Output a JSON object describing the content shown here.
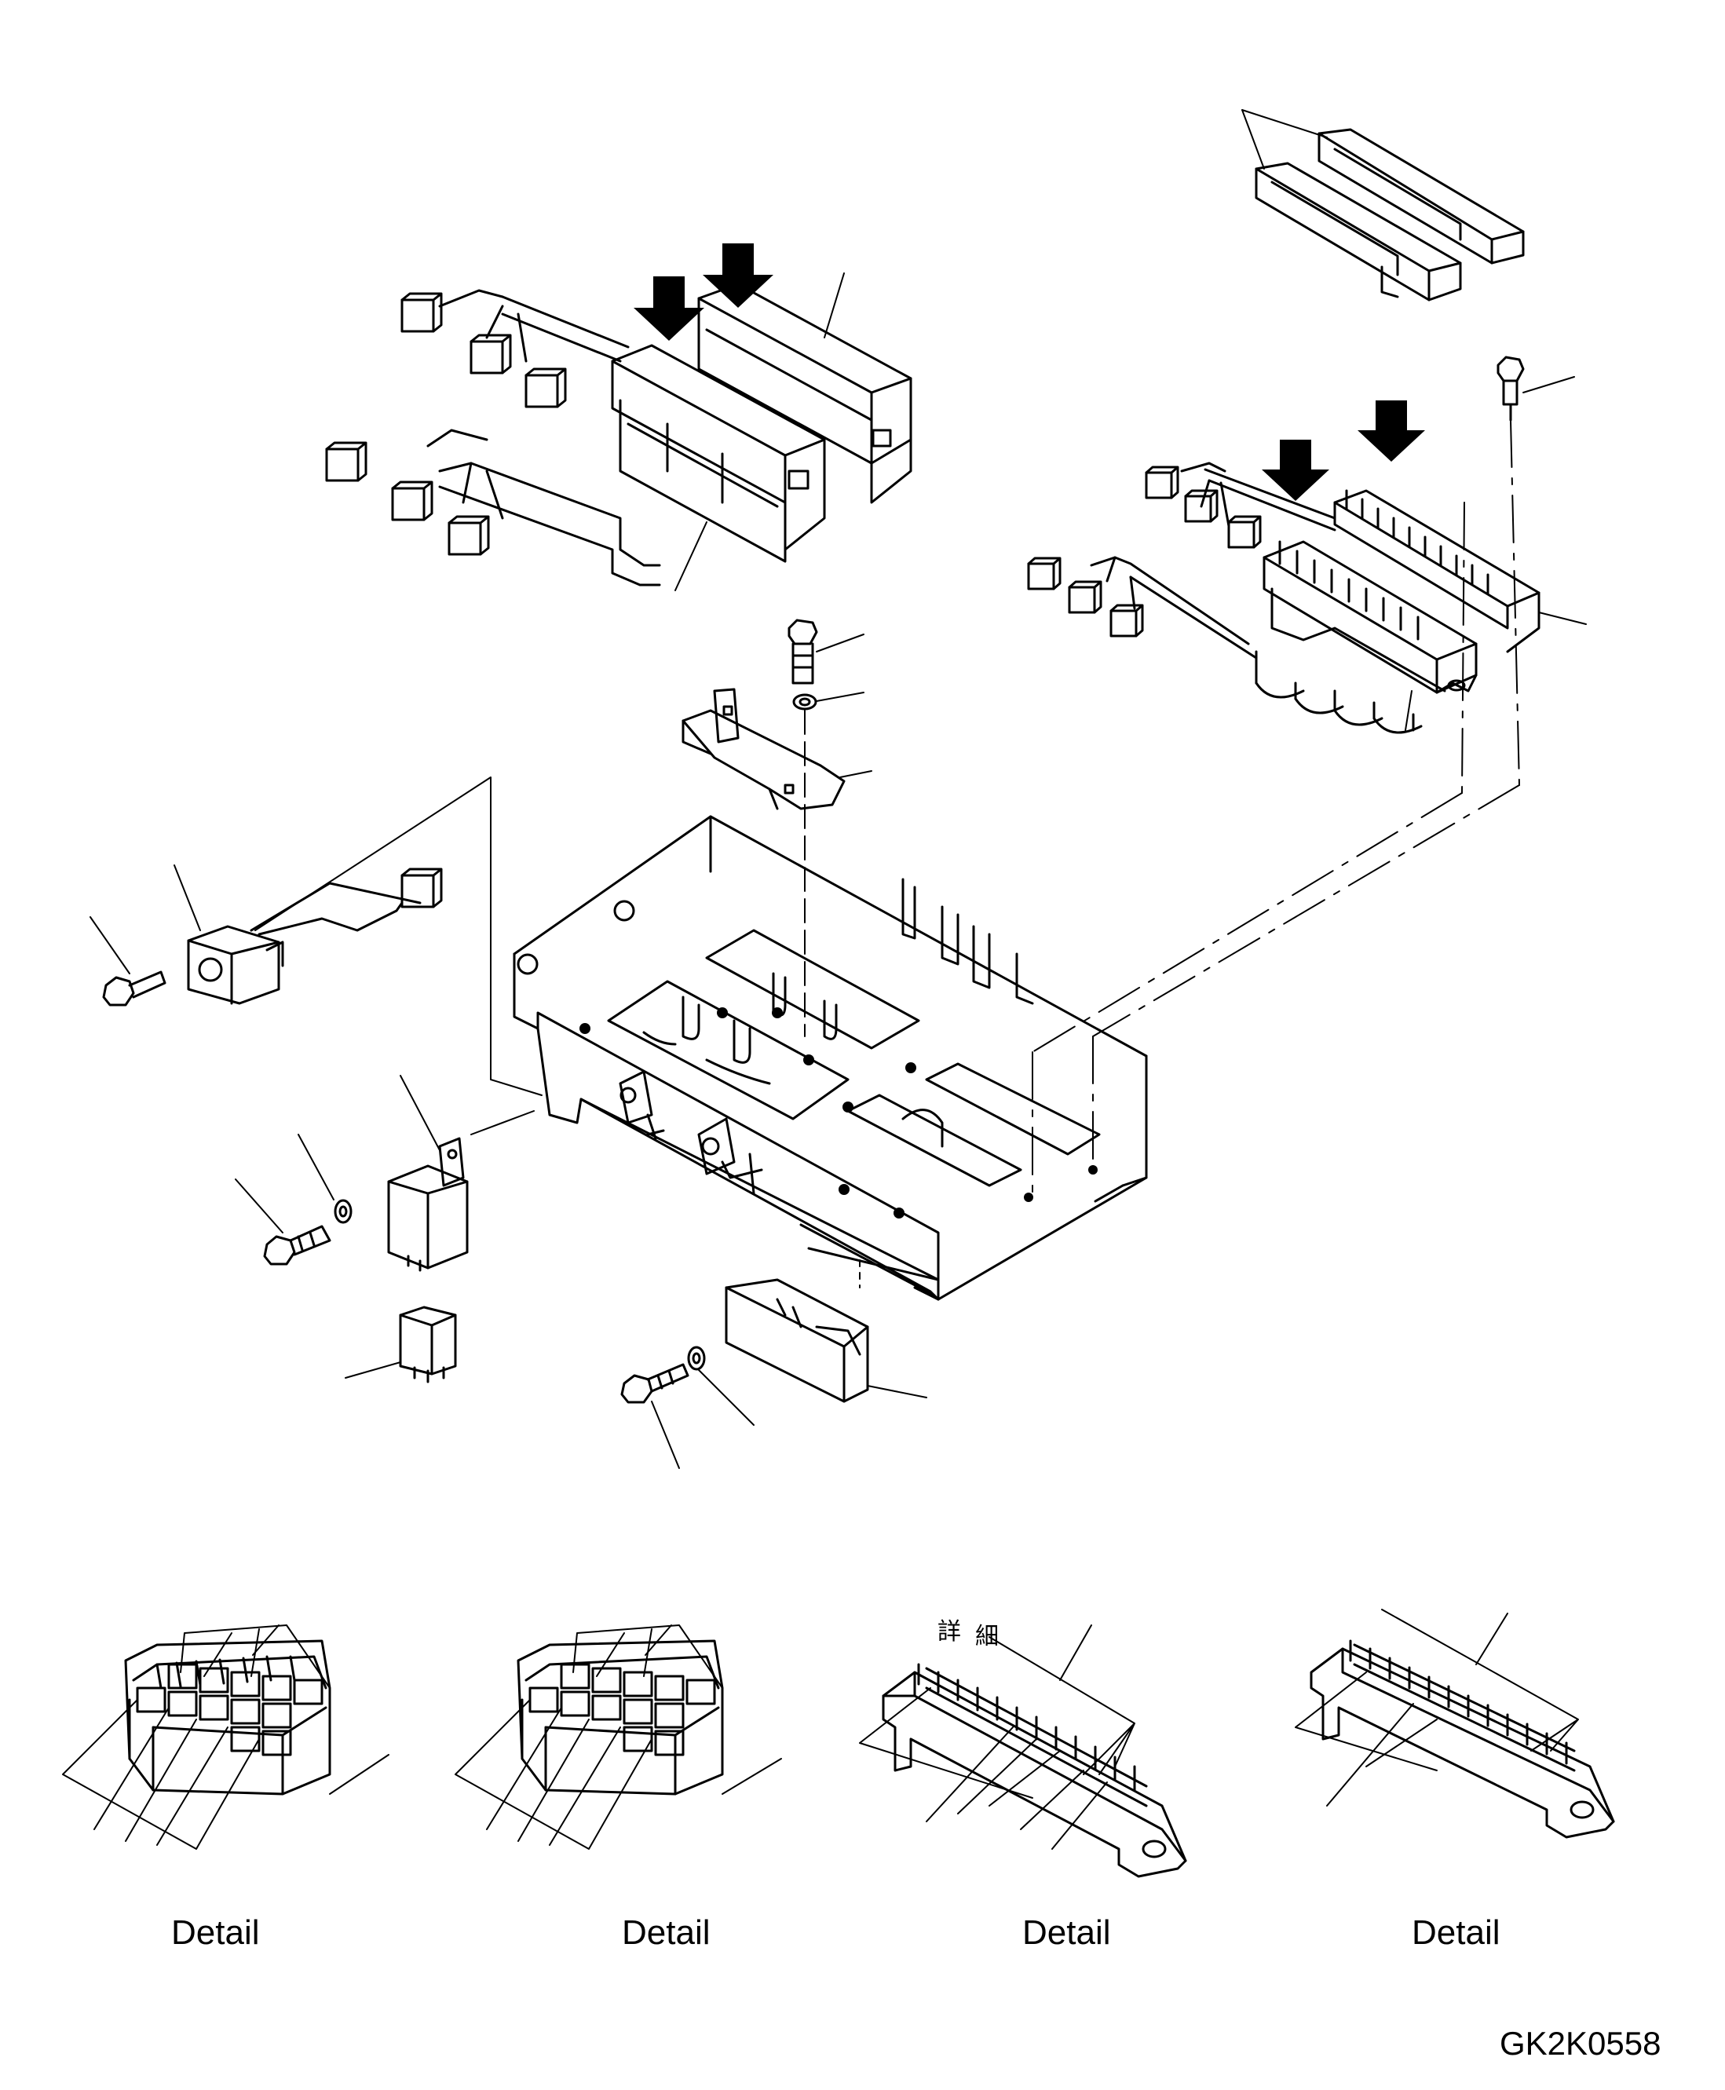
{
  "detail_labels": [
    "Detail",
    "Detail",
    "Detail",
    "Detail"
  ],
  "figure_code": "GK2K0558",
  "detail_kanji": [
    "詳",
    "細"
  ],
  "line_color": "#000000",
  "background_color": "#ffffff",
  "icons": [
    "arrow-down-icon",
    "connector-icon",
    "bolt-icon",
    "washer-icon",
    "relay-icon",
    "fuse-box-icon",
    "bracket-icon",
    "mounting-plate-icon"
  ]
}
